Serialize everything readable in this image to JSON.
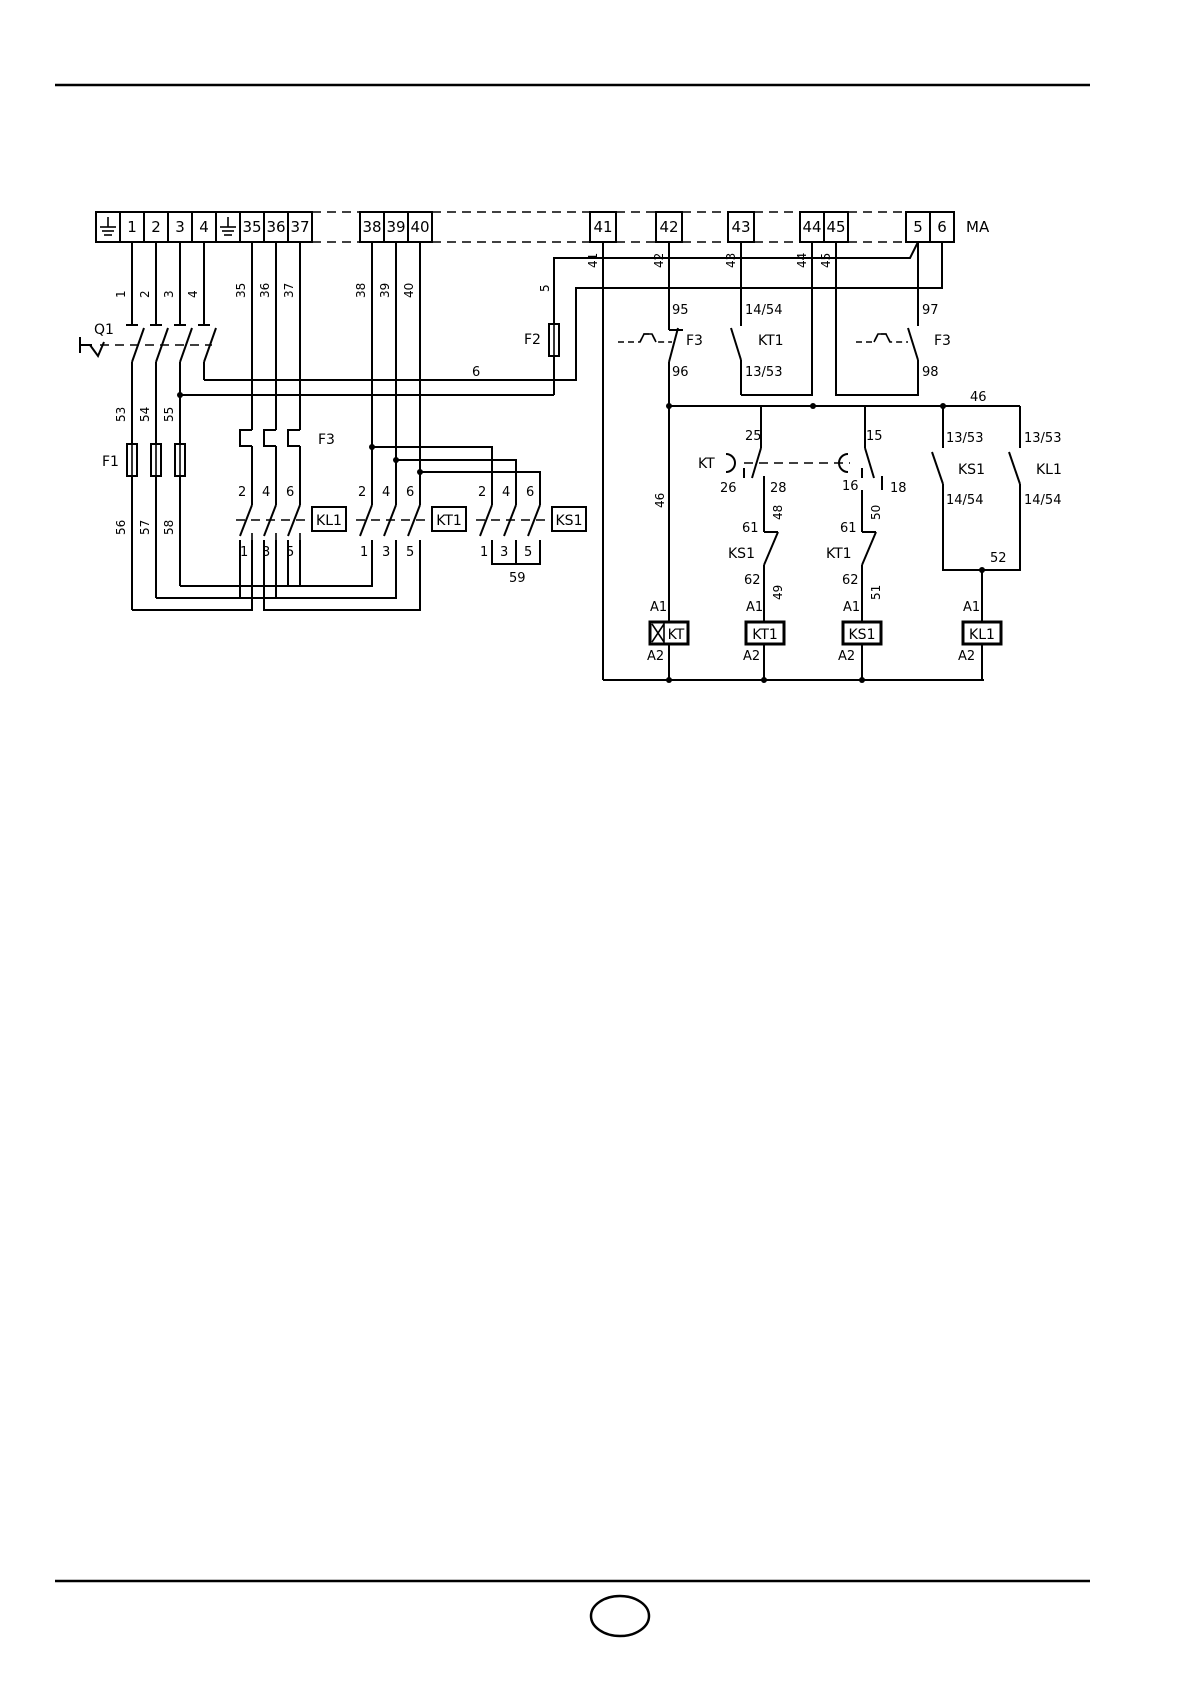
{
  "terminal_strip": {
    "label": "MA",
    "terminals": [
      "1",
      "2",
      "3",
      "4",
      "35",
      "36",
      "37",
      "38",
      "39",
      "40",
      "41",
      "42",
      "43",
      "44",
      "45",
      "5",
      "6"
    ]
  },
  "wires": {
    "w1": "1",
    "w2": "2",
    "w3": "3",
    "w4": "4",
    "w35": "35",
    "w36": "36",
    "w37": "37",
    "w38": "38",
    "w39": "39",
    "w40": "40",
    "w41": "41",
    "w42": "42",
    "w43": "43",
    "w44": "44",
    "w45": "45",
    "w5": "5",
    "w6": "6",
    "w53": "53",
    "w54": "54",
    "w55": "55",
    "w56": "56",
    "w57": "57",
    "w58": "58",
    "w46a": "46",
    "w46b": "46",
    "w48": "48",
    "w49": "49",
    "w50": "50",
    "w51": "51",
    "w52": "52",
    "w59": "59"
  },
  "devices": {
    "q1": "Q1",
    "f1": "F1",
    "f2": "F2",
    "f3_power": "F3",
    "f3_aux1": "F3",
    "f3_aux2": "F3",
    "kl1": "KL1",
    "kt1": "KT1",
    "ks1": "KS1",
    "kt_timer": "KT",
    "ks1_nc": "KS1",
    "kt1_nc": "KT1",
    "ks1_no": "KS1",
    "kl1_no": "KL1",
    "kt1_no": "KT1"
  },
  "coils": [
    "KT",
    "KT1",
    "KS1",
    "KL1"
  ],
  "coil_pins": {
    "a1": "A1",
    "a2": "A2"
  },
  "contact_pins": {
    "p2": "2",
    "p4": "4",
    "p6": "6",
    "p1": "1",
    "p3": "3",
    "p5": "5",
    "p95": "95",
    "p96": "96",
    "p97": "97",
    "p98": "98",
    "p14_54": "14/54",
    "p13_53": "13/53",
    "p25": "25",
    "p26": "26",
    "p28": "28",
    "p15": "15",
    "p16": "16",
    "p18": "18",
    "p61": "61",
    "p62": "62"
  }
}
